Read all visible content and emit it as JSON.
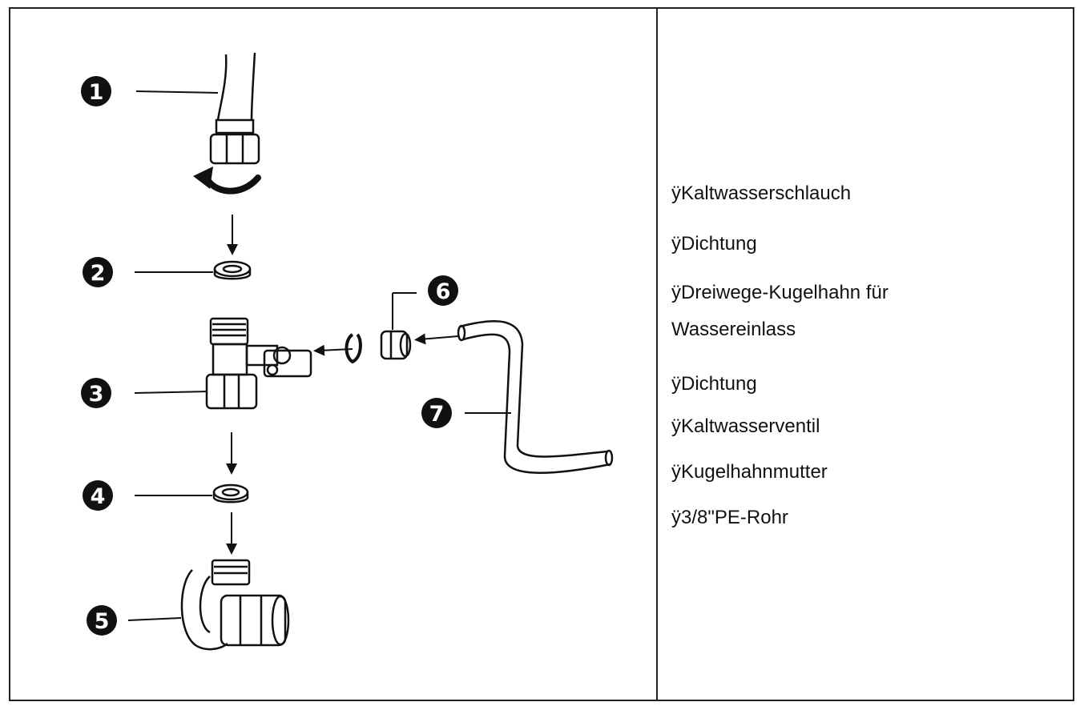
{
  "diagram": {
    "labels": [
      "1",
      "2",
      "3",
      "4",
      "5",
      "6",
      "7"
    ]
  },
  "legend": {
    "items": [
      "ÿKaltwasserschlauch",
      "ÿDichtung",
      "ÿDreiwege-Kugelhahn  für",
      "Wassereinlass",
      "ÿDichtung",
      "ÿKaltwasserventil",
      "ÿKugelhahnmutter",
      "ÿ3/8\"PE-Rohr"
    ]
  }
}
